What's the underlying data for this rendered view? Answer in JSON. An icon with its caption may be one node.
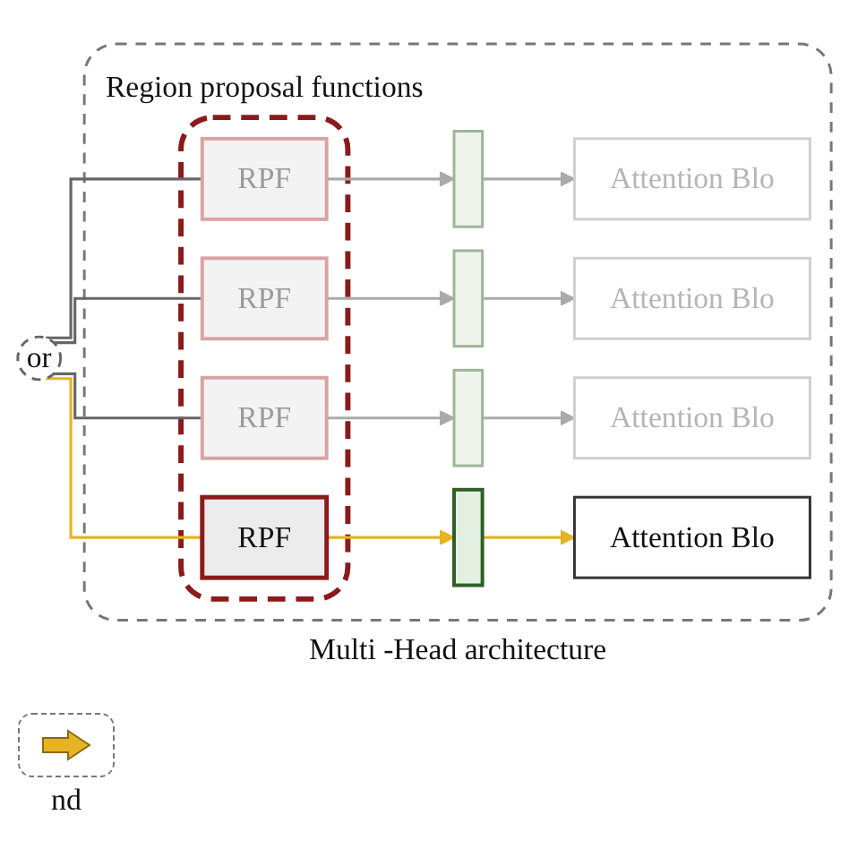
{
  "diagram": {
    "nodes": [
      {
        "text": [
          "Multi -Head architecture"
        ]
      },
      {
        "text": [
          "Region proposal functions"
        ],
        "in": 0
      },
      {
        "text": [
          "RPF"
        ],
        "in": 1
      },
      {
        "text": [
          "RPF"
        ],
        "in": 1
      },
      {
        "text": [
          "RPF"
        ],
        "in": 1
      },
      {
        "text": [
          "RPF"
        ],
        "in": 1
      },
      {
        "text": [],
        "shape": "bar",
        "in": 0
      },
      {
        "text": [],
        "shape": "bar",
        "in": 0
      },
      {
        "text": [],
        "shape": "bar",
        "in": 0
      },
      {
        "text": [],
        "shape": "bar",
        "in": 0
      },
      {
        "text": [
          "Attention Blo"
        ],
        "in": 0
      },
      {
        "text": [
          "Attention Blo"
        ],
        "in": 0
      },
      {
        "text": [
          "Attention Blo"
        ],
        "in": 0
      },
      {
        "text": [
          "Attention Blo"
        ],
        "in": 0
      },
      {
        "text": [
          "or"
        ]
      }
    ],
    "edges": [
      {
        "from": 14,
        "to": 2,
        "arrow": "none",
        "color": "#666666"
      },
      {
        "from": 2,
        "to": 6,
        "arrow": "to"
      },
      {
        "from": 6,
        "to": 10,
        "arrow": "to"
      },
      {
        "from": 14,
        "to": 3,
        "arrow": "none",
        "color": "#666666"
      },
      {
        "from": 3,
        "to": 7,
        "arrow": "to"
      },
      {
        "from": 7,
        "to": 11,
        "arrow": "to"
      },
      {
        "from": 14,
        "to": 4,
        "arrow": "none",
        "color": "#666666"
      },
      {
        "from": 4,
        "to": 8,
        "arrow": "to"
      },
      {
        "from": 8,
        "to": 12,
        "arrow": "to"
      },
      {
        "from": 14,
        "to": 5,
        "arrow": "none",
        "color": "#e6b422"
      },
      {
        "from": 5,
        "to": 9,
        "arrow": "to",
        "color": "#e6b422"
      },
      {
        "from": 9,
        "to": 13,
        "arrow": "to",
        "color": "#e6b422"
      }
    ],
    "legend": [
      {
        "text": "nd"
      }
    ]
  }
}
